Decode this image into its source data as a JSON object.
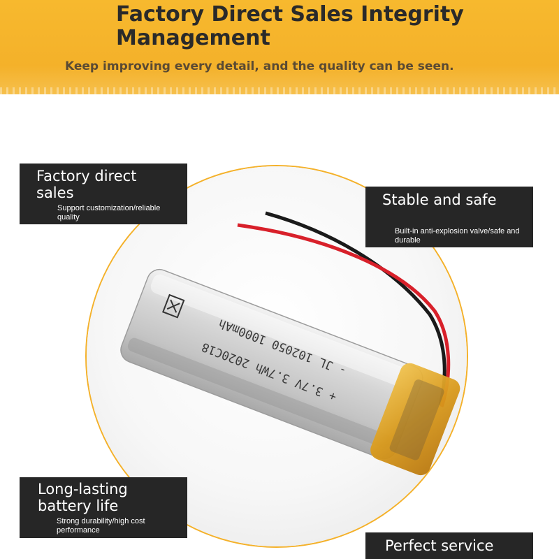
{
  "header": {
    "title": "Factory Direct Sales Integrity Management",
    "subtitle": "Keep improving every detail, and the quality can be seen."
  },
  "battery": {
    "label_line1": "- JL 102050 1000mAh",
    "label_line2": "+ 3.7V 3.7Wh 2020C18"
  },
  "features": [
    {
      "heading": "Factory direct sales",
      "desc": "Support customization/reliable quality"
    },
    {
      "heading": "Stable and safe",
      "desc": "Built-in anti-explosion valve/safe and durable"
    },
    {
      "heading": "Long-lasting battery life",
      "desc": "Strong durability/high cost performance"
    },
    {
      "heading": "Perfect service",
      "desc": ""
    }
  ],
  "colors": {
    "accent": "#f4b12a",
    "panel": "#262626",
    "wire_red": "#d8202a",
    "wire_black": "#1a1a1a"
  }
}
